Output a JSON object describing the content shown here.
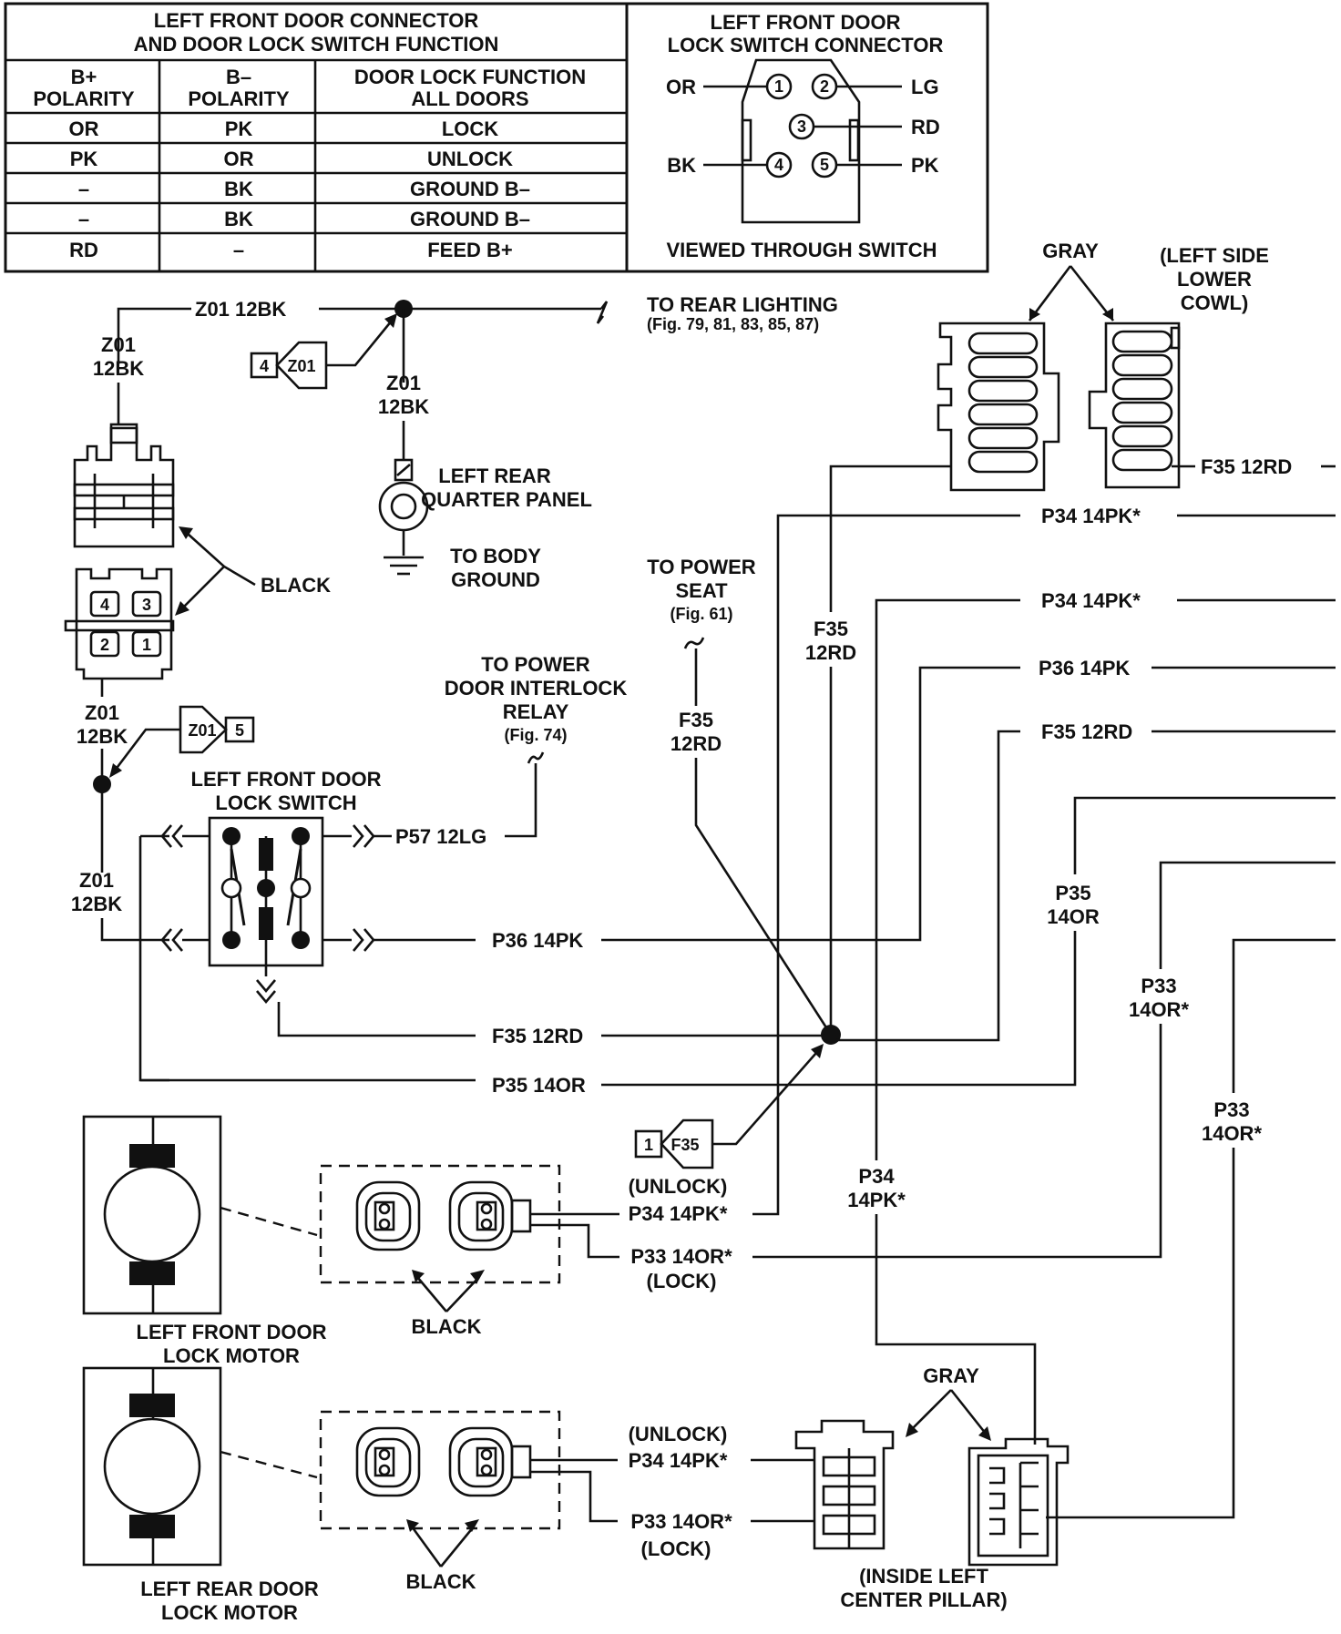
{
  "connector_table": {
    "title_1": "LEFT FRONT DOOR CONNECTOR",
    "title_2": "AND DOOR LOCK SWITCH FUNCTION",
    "headers": [
      [
        "B+",
        "POLARITY"
      ],
      [
        "B–",
        "POLARITY"
      ],
      [
        "DOOR LOCK FUNCTION",
        "ALL DOORS"
      ]
    ],
    "rows": [
      [
        "OR",
        "PK",
        "LOCK"
      ],
      [
        "PK",
        "OR",
        "UNLOCK"
      ],
      [
        "–",
        "BK",
        "GROUND B–"
      ],
      [
        "–",
        "BK",
        "GROUND B–"
      ],
      [
        "RD",
        "–",
        "FEED B+"
      ]
    ]
  },
  "switch_connector": {
    "title_1": "LEFT FRONT DOOR",
    "title_2": "LOCK SWITCH CONNECTOR",
    "pins": [
      "1",
      "2",
      "3",
      "4",
      "5"
    ],
    "wires": {
      "pin1": "OR",
      "pin2": "LG",
      "pin3": "RD",
      "pin4": "BK",
      "pin5": "PK"
    },
    "footer": "VIEWED THROUGH SWITCH"
  },
  "cowl": {
    "gray": "GRAY",
    "loc_1": "(LEFT SIDE",
    "loc_2": "LOWER",
    "loc_3": "COWL)"
  },
  "ground": {
    "wire_top": "Z01 12BK",
    "wire_v1": "Z01",
    "wire_v2": "12BK",
    "ref_4_num": "4",
    "ref_4_code": "Z01",
    "to_rear_1": "TO REAR LIGHTING",
    "to_rear_2": "(Fig. 79, 81, 83, 85, 87)",
    "ground_v1": "Z01",
    "ground_v2": "12BK",
    "panel_1": "LEFT REAR",
    "panel_2": "QUARTER PANEL",
    "body_1": "TO BODY",
    "body_2": "GROUND",
    "black": "BLACK",
    "plug_pins": [
      "4",
      "3",
      "2",
      "1"
    ],
    "z01_b1": "Z01",
    "z01_b2": "12BK",
    "ref_5_code": "Z01",
    "ref_5_num": "5",
    "z01_c1": "Z01",
    "z01_c2": "12BK"
  },
  "lock_switch": {
    "title_1": "LEFT FRONT DOOR",
    "title_2": "LOCK SWITCH",
    "p57": "P57 12LG",
    "interlock_1": "TO POWER",
    "interlock_2": "DOOR INTERLOCK",
    "interlock_3": "RELAY",
    "interlock_4": "(Fig. 74)"
  },
  "power_seat": {
    "l1": "TO POWER",
    "l2": "SEAT",
    "l3": "(Fig. 61)",
    "wire_1": "F35",
    "wire_2": "12RD"
  },
  "wires": {
    "f35_cowl": "F35 12RD",
    "p34_a": "P34 14PK*",
    "p34_b": "P34 14PK*",
    "p36_r": "P36 14PK",
    "f35_r": "F35 12RD",
    "f35_v1": "F35",
    "f35_v2": "12RD",
    "p36_l": "P36 14PK",
    "f35_l": "F35 12RD",
    "p35_l": "P35 14OR",
    "p35_v1": "P35",
    "p35_v2": "14OR",
    "p33_v1": "P33",
    "p33_v2": "14OR*",
    "p33b_v1": "P33",
    "p33b_v2": "14OR*",
    "p34_v1": "P34",
    "p34_v2": "14PK*",
    "ref_1_num": "1",
    "ref_1_code": "F35"
  },
  "front_motor": {
    "unlock": "(UNLOCK)",
    "p34": "P34 14PK*",
    "p33": "P33 14OR*",
    "lock": "(LOCK)",
    "black": "BLACK",
    "title_1": "LEFT FRONT DOOR",
    "title_2": "LOCK MOTOR"
  },
  "rear_motor": {
    "unlock": "(UNLOCK)",
    "p34": "P34 14PK*",
    "p33": "P33 14OR*",
    "lock": "(LOCK)",
    "black": "BLACK",
    "title_1": "LEFT REAR DOOR",
    "title_2": "LOCK MOTOR"
  },
  "pillar": {
    "gray": "GRAY",
    "loc_1": "(INSIDE LEFT",
    "loc_2": "CENTER PILLAR)"
  }
}
